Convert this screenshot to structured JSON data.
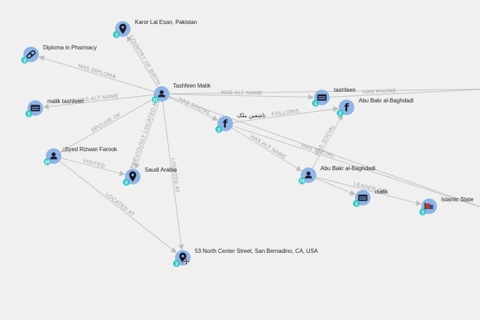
{
  "graph": {
    "colors": {
      "node": "#8fb4e6",
      "badge": "#3cc7c7",
      "edge": "#c4c4c4",
      "icon": "#1b1b2b",
      "edge_label": "#9a9a9a",
      "arrow": "#bdbdbd",
      "flag_red": "#c0392b",
      "flag_blue": "#2f4f8f"
    },
    "nodes": [
      {
        "id": "tashfeen",
        "label": "Tashfeen Malik",
        "icon": "person-icon",
        "badge": "11"
      },
      {
        "id": "karor",
        "label": "Karor Lal Esan, Pakistan",
        "icon": "location-pin-icon",
        "badge": "1"
      },
      {
        "id": "diploma",
        "label": "Diploma in Pharmacy",
        "icon": "diploma-icon",
        "badge": "2"
      },
      {
        "id": "malik_tashfeen",
        "label": "malik tashfeen",
        "icon": "id-card-icon",
        "badge": "1"
      },
      {
        "id": "syed",
        "label": "Syed Rizwan Farook",
        "icon": "person-icon",
        "badge": "20"
      },
      {
        "id": "saudi",
        "label": "Saudi Arabia",
        "icon": "location-pin-icon",
        "badge": "2"
      },
      {
        "id": "address",
        "label": "53 North Center Street, San Bernadino, CA, USA",
        "icon": "location-pin-icon",
        "badge": "3"
      },
      {
        "id": "fb1",
        "label": "تاشفین ملک",
        "icon": "facebook-icon",
        "badge": "2"
      },
      {
        "id": "tashfeen_alt",
        "label": "tashfeen",
        "icon": "id-card-icon",
        "badge": "1"
      },
      {
        "id": "fb2",
        "label": "Abu Bakr al-Baghdadi",
        "icon": "facebook-icon",
        "badge": "2"
      },
      {
        "id": "abu",
        "label": "Abu Bakr al-Baghdadi",
        "icon": "person-icon",
        "badge": "73"
      },
      {
        "id": "malik_alt",
        "label": "malik",
        "icon": "id-card-icon",
        "badge": "1"
      },
      {
        "id": "islamic",
        "label": "Islamic State",
        "icon": "organization-flag-icon",
        "badge": "1"
      }
    ],
    "edges": [
      {
        "from": "tashfeen",
        "to": "karor",
        "label": "COUNTRY OF BIRTH"
      },
      {
        "from": "tashfeen",
        "to": "diploma",
        "label": "HAS DIPLOMA"
      },
      {
        "from": "tashfeen",
        "to": "malik_tashfeen",
        "label": "HAS ALT NAME"
      },
      {
        "from": "tashfeen",
        "to": "syed",
        "label": "SPOUSE OF"
      },
      {
        "from": "tashfeen",
        "to": "saudi",
        "label": "PREVIOUSLY LOCATED AT"
      },
      {
        "from": "tashfeen",
        "to": "address",
        "label": "LOCATED AT"
      },
      {
        "from": "tashfeen",
        "to": "fb1",
        "label": "HAS SOCIAL"
      },
      {
        "from": "tashfeen",
        "to": "tashfeen_alt",
        "label": "HAS ALT NAME"
      },
      {
        "from": "tashfeen",
        "to": "offscreen",
        "label": ""
      },
      {
        "from": "tashfeen",
        "to": "offscreen2",
        "label": ""
      },
      {
        "from": "tashfeen_alt",
        "to": "offscreen",
        "label": "HAS PHONE"
      },
      {
        "from": "fb1",
        "to": "fb2",
        "label": "FOLLOWS"
      },
      {
        "from": "abu",
        "to": "fb2",
        "label": "HAS SOCIAL"
      },
      {
        "from": "fb1",
        "to": "abu",
        "label": "HAS ALT NAME"
      },
      {
        "from": "fb1",
        "to": "offscreen2",
        "label": "HAS SOCIAL"
      },
      {
        "from": "abu",
        "to": "malik_alt",
        "label": ""
      },
      {
        "from": "abu",
        "to": "islamic",
        "label": "LEADER OF"
      },
      {
        "from": "syed",
        "to": "saudi",
        "label": "VISITED"
      },
      {
        "from": "syed",
        "to": "address",
        "label": "LOCATED AT"
      }
    ]
  }
}
